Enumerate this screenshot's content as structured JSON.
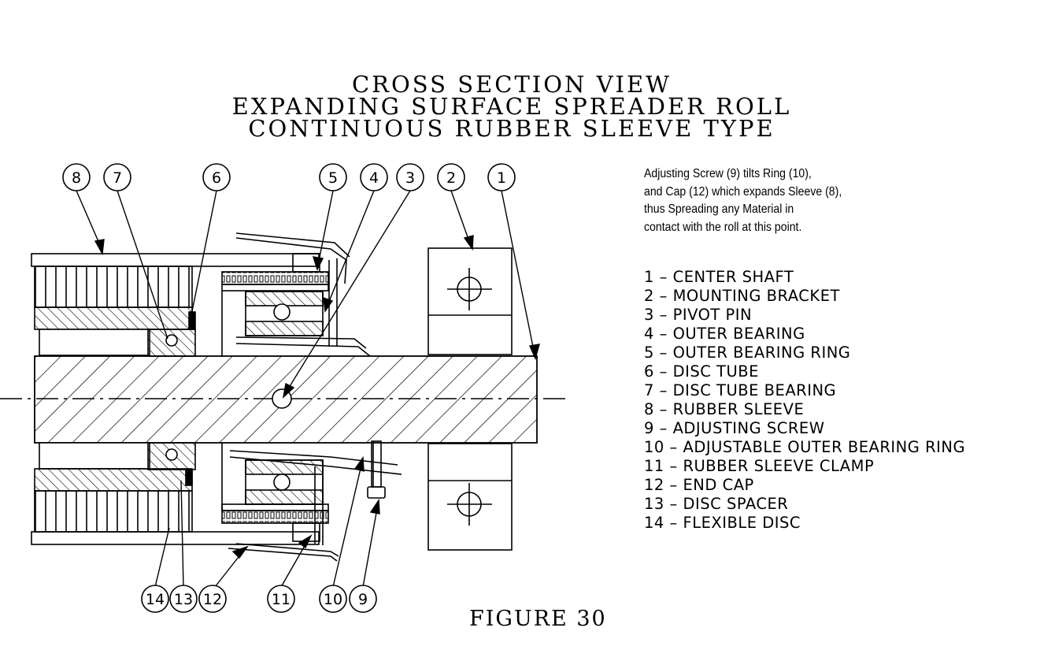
{
  "title": {
    "line1": "CROSS SECTION VIEW",
    "line2": "EXPANDING SURFACE SPREADER ROLL",
    "line3": "CONTINUOUS RUBBER SLEEVE TYPE"
  },
  "note": {
    "line1": "Adjusting Screw (9) tilts Ring (10),",
    "line2": "and Cap (12) which expands Sleeve (8),",
    "line3": "thus Spreading any Material in",
    "line4": "contact with the roll at this point."
  },
  "legend": [
    {
      "num": "1",
      "text": "CENTER SHAFT"
    },
    {
      "num": "2",
      "text": "MOUNTING BRACKET"
    },
    {
      "num": "3",
      "text": "PIVOT PIN"
    },
    {
      "num": "4",
      "text": "OUTER BEARING"
    },
    {
      "num": "5",
      "text": "OUTER BEARING RING"
    },
    {
      "num": "6",
      "text": "DISC TUBE"
    },
    {
      "num": "7",
      "text": "DISC TUBE BEARING"
    },
    {
      "num": "8",
      "text": "RUBBER SLEEVE"
    },
    {
      "num": "9",
      "text": "ADJUSTING SCREW"
    },
    {
      "num": "10",
      "text": "ADJUSTABLE OUTER BEARING RING"
    },
    {
      "num": "11",
      "text": "RUBBER SLEEVE CLAMP"
    },
    {
      "num": "12",
      "text": "END CAP"
    },
    {
      "num": "13",
      "text": "DISC SPACER"
    },
    {
      "num": "14",
      "text": "FLEXIBLE DISC"
    }
  ],
  "callouts": {
    "c1": "1",
    "c2": "2",
    "c3": "3",
    "c4": "4",
    "c5": "5",
    "c6": "6",
    "c7": "7",
    "c8": "8",
    "c9": "9",
    "c10": "10",
    "c11": "11",
    "c12": "12",
    "c13": "13",
    "c14": "14"
  },
  "figure_label": "FIGURE 30"
}
